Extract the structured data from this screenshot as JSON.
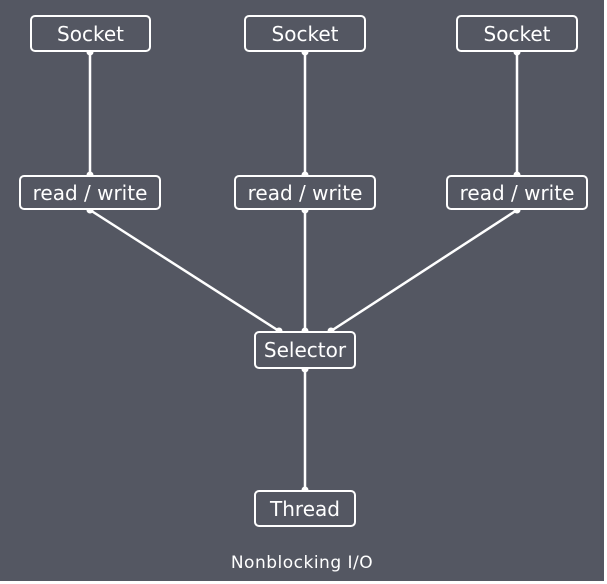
{
  "diagram": {
    "sockets": [
      {
        "label": "Socket"
      },
      {
        "label": "Socket"
      },
      {
        "label": "Socket"
      }
    ],
    "read_write": [
      {
        "label": "read / write"
      },
      {
        "label": "read / write"
      },
      {
        "label": "read / write"
      }
    ],
    "selector": {
      "label": "Selector"
    },
    "thread": {
      "label": "Thread"
    },
    "caption": "Nonblocking I/O",
    "colors": {
      "background": "#545762",
      "stroke": "#ffffff",
      "text": "#ffffff"
    }
  }
}
